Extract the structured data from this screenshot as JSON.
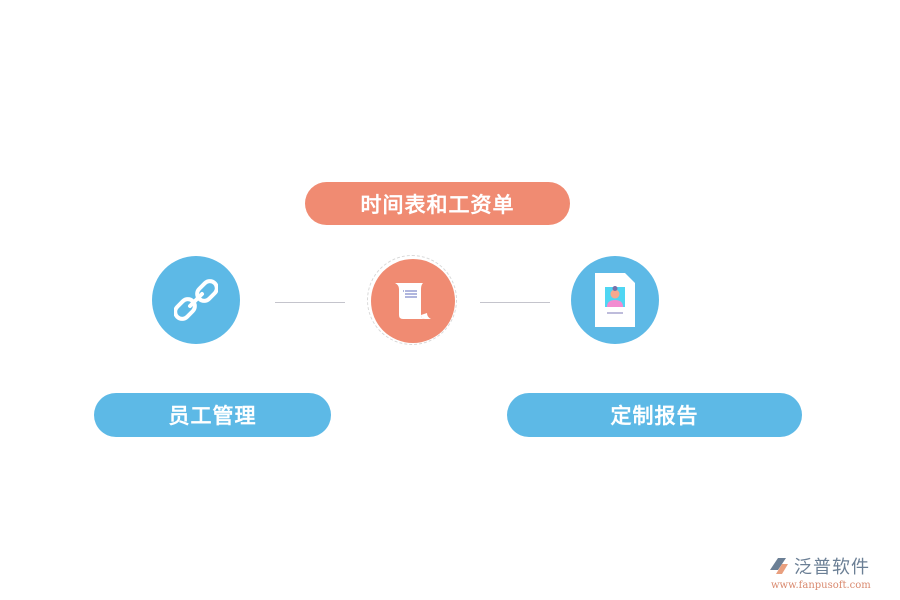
{
  "diagram": {
    "center_node": {
      "label": "时间表和工资单",
      "icon": "scroll-document-icon",
      "color": "#f08b72"
    },
    "left_node": {
      "label": "员工管理",
      "icon": "chain-link-icon",
      "color": "#5db9e6"
    },
    "right_node": {
      "label": "定制报告",
      "icon": "profile-report-icon",
      "color": "#5db9e6"
    },
    "connector_color": "#c4c4cc"
  },
  "branding": {
    "logo_text": "泛普软件",
    "url": "www.fanpusoft.com",
    "logo_color": "#6b7f95",
    "url_color": "#d9896e"
  }
}
